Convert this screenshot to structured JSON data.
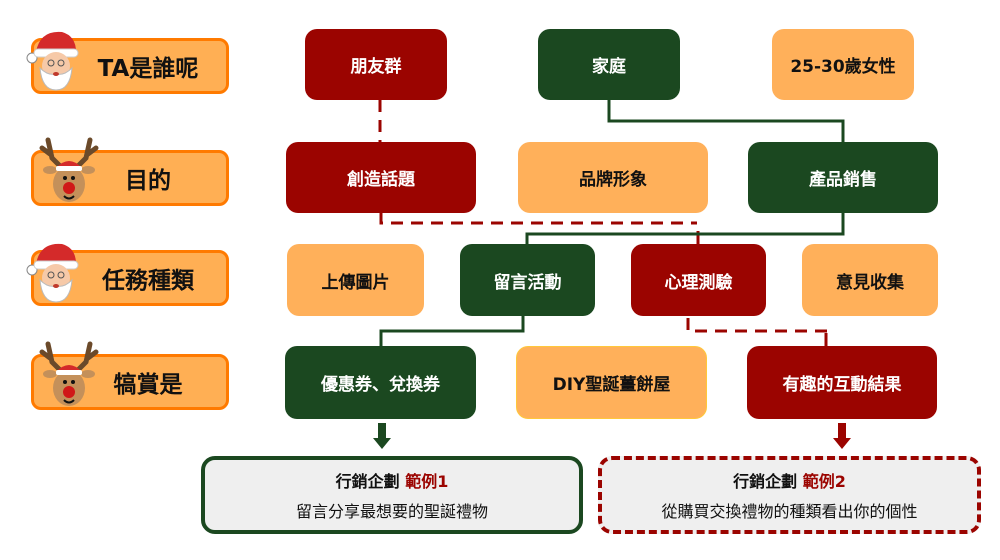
{
  "row_labels": [
    {
      "label": "TA是誰呢",
      "mascot": "santa-icon"
    },
    {
      "label": "目的",
      "mascot": "reindeer-icon"
    },
    {
      "label": "任務種類",
      "mascot": "santa-icon"
    },
    {
      "label": "犒賞是",
      "mascot": "reindeer-icon"
    }
  ],
  "rows": {
    "audience": [
      "朋友群",
      "家庭",
      "25-30歲女性"
    ],
    "purpose": [
      "創造話題",
      "品牌形象",
      "產品銷售"
    ],
    "task": [
      "上傳圖片",
      "留言活動",
      "心理測驗",
      "意見收集"
    ],
    "reward": [
      "優惠券、兌換券",
      "DIY聖誕薑餅屋",
      "有趣的互動結果"
    ]
  },
  "examples": [
    {
      "title": "行銷企劃",
      "highlight": "範例1",
      "desc": "留言分享最想要的聖誕禮物"
    },
    {
      "title": "行銷企劃",
      "highlight": "範例2",
      "desc": "從購買交換禮物的種類看出你的個性"
    }
  ],
  "colors": {
    "red": "#9b0400",
    "green": "#1b4820",
    "orange": "#ffb05a",
    "label_border": "#ff7a00"
  }
}
